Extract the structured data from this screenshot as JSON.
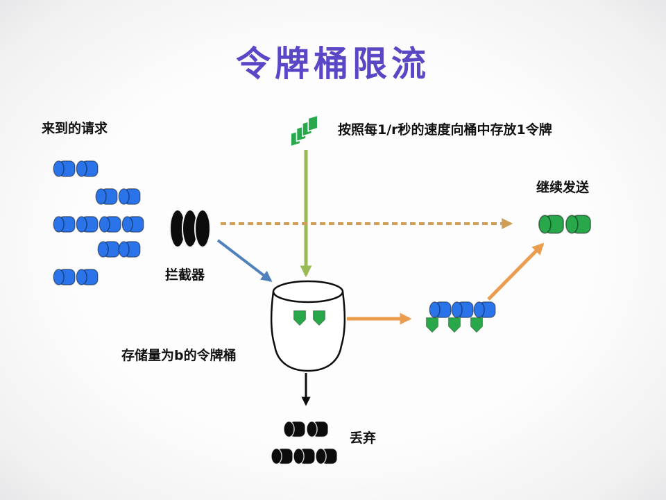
{
  "title": "令牌桶限流",
  "labels": {
    "incoming": "来到的请求",
    "token_rate": "按照每1/r秒的速度向桶中存放1令牌",
    "continue_send": "继续发送",
    "interceptor": "拦截器",
    "bucket": "存储量为b的令牌桶",
    "discard": "丢弃"
  },
  "colors": {
    "title": "#5a47c5",
    "request_blue": "#2a73e8",
    "token_green": "#28a84b",
    "arrow_green": "#9ab957",
    "arrow_dashed": "#cf9f58",
    "arrow_orange": "#ea9d4e",
    "arrow_blue": "#4f81bd",
    "ink": "#0c0c0c"
  }
}
